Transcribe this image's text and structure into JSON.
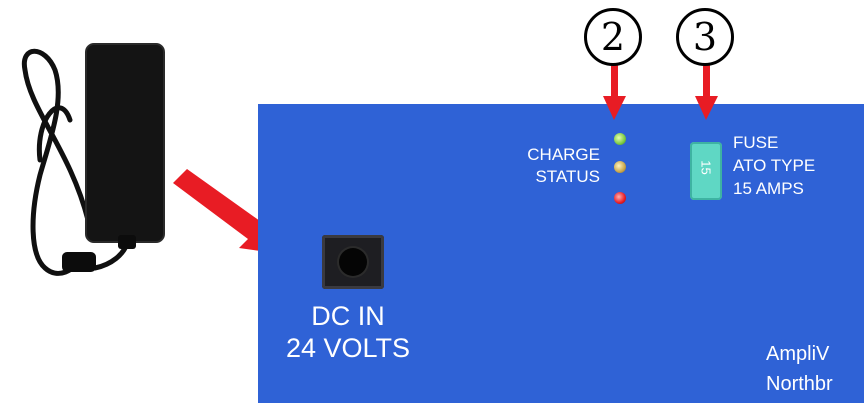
{
  "panel": {
    "dc_in": [
      "DC IN",
      "24 VOLTS"
    ],
    "charge_status": [
      "CHARGE",
      "STATUS"
    ],
    "fuse": [
      "FUSE",
      "ATO TYPE",
      "15 AMPS"
    ],
    "brand": [
      "AmpliV",
      "Northbr"
    ],
    "fuse_marking": "15"
  },
  "callouts": [
    "2",
    "3"
  ],
  "colors": {
    "panel": "#2f62d6",
    "arrow": "#e81c24",
    "led_green": "#7ac943",
    "led_amber": "#c9a64a",
    "led_red": "#e81c24",
    "fuse": "#5fd7c4"
  }
}
